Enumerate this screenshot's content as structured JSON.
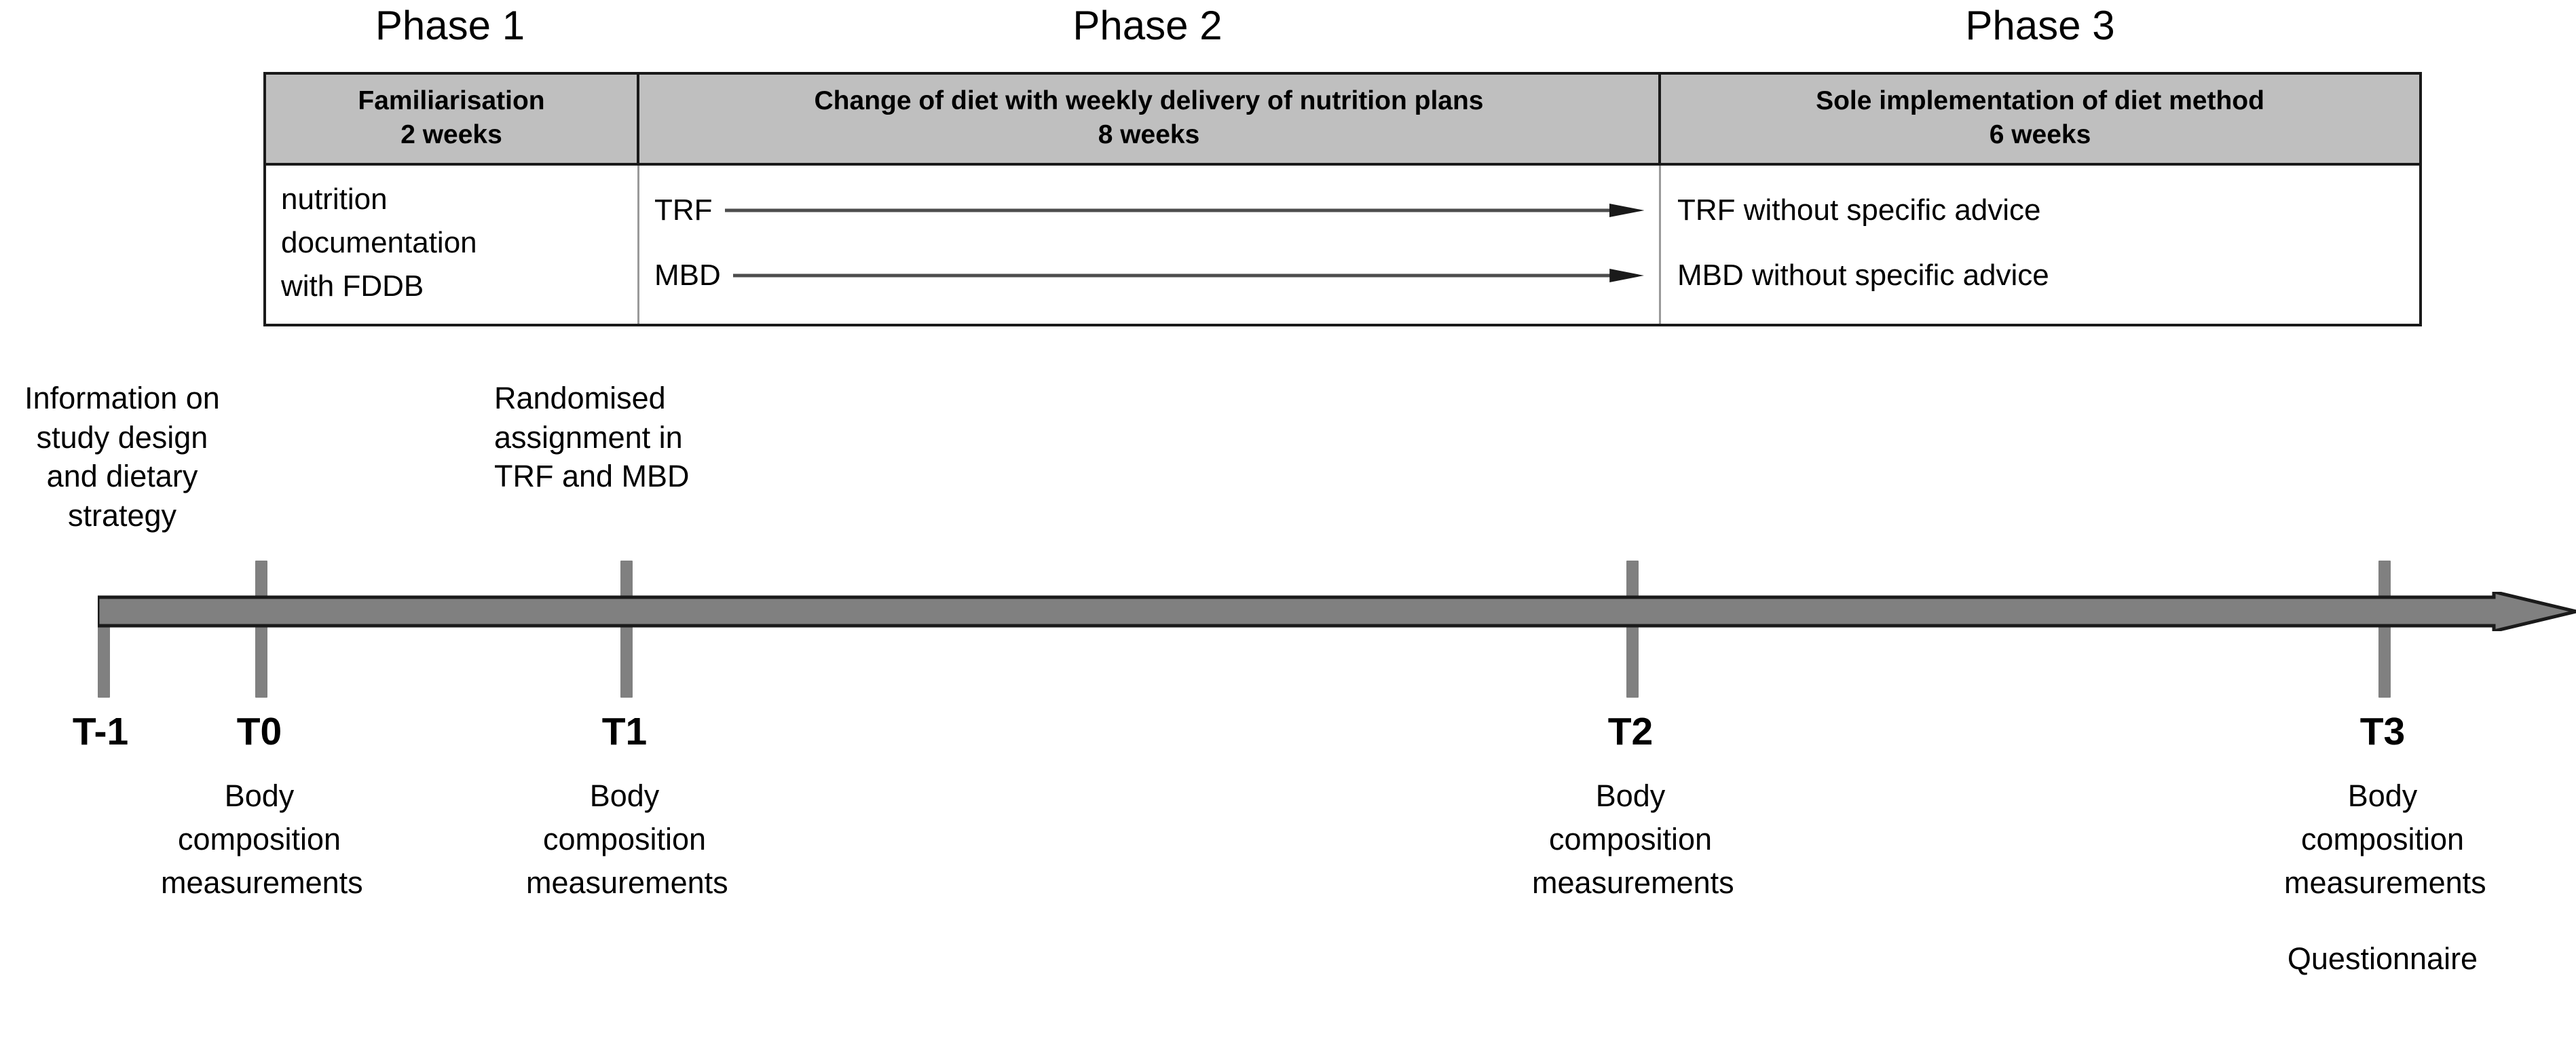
{
  "phases": [
    {
      "caption": "Phase 1",
      "header_title": "Familiarisation",
      "header_duration": "2 weeks"
    },
    {
      "caption": "Phase 2",
      "header_title": "Change of diet with weekly delivery of nutrition plans",
      "header_duration": "8 weeks"
    },
    {
      "caption": "Phase 3",
      "header_title": "Sole implementation of diet method",
      "header_duration": "6 weeks"
    }
  ],
  "phase1_body": {
    "line1": "nutrition",
    "line2": "documentation",
    "line3": "with FDDB"
  },
  "phase2_body": {
    "arm1_label": "TRF",
    "arm2_label": "MBD"
  },
  "phase3_body": {
    "row1": "TRF without specific advice",
    "row2": "MBD without specific advice"
  },
  "axis_notes": {
    "t_minus_1": {
      "line1": "Information on",
      "line2": "study design",
      "line3": "and dietary",
      "line4": "strategy"
    },
    "t1": {
      "line1": "Randomised",
      "line2": "assignment in",
      "line3": "TRF and MBD"
    }
  },
  "milestones": [
    {
      "code": "T-1",
      "desc_line1": "",
      "desc_line2": "",
      "desc_line3": "",
      "extra": ""
    },
    {
      "code": "T0",
      "desc_line1": "Body",
      "desc_line2": "composition",
      "desc_line3": "measurements",
      "extra": ""
    },
    {
      "code": "T1",
      "desc_line1": "Body",
      "desc_line2": "composition",
      "desc_line3": "measurements",
      "extra": ""
    },
    {
      "code": "T2",
      "desc_line1": "Body",
      "desc_line2": "composition",
      "desc_line3": "measurements",
      "extra": ""
    },
    {
      "code": "T3",
      "desc_line1": "Body",
      "desc_line2": "composition",
      "desc_line3": "measurements",
      "extra": "Questionnaire"
    }
  ],
  "colors": {
    "header_fill": "#bfbfbf",
    "table_border": "#1a1a1a",
    "axis_gray": "#808080",
    "axis_outline": "#1a1a1a",
    "text": "#000000"
  }
}
